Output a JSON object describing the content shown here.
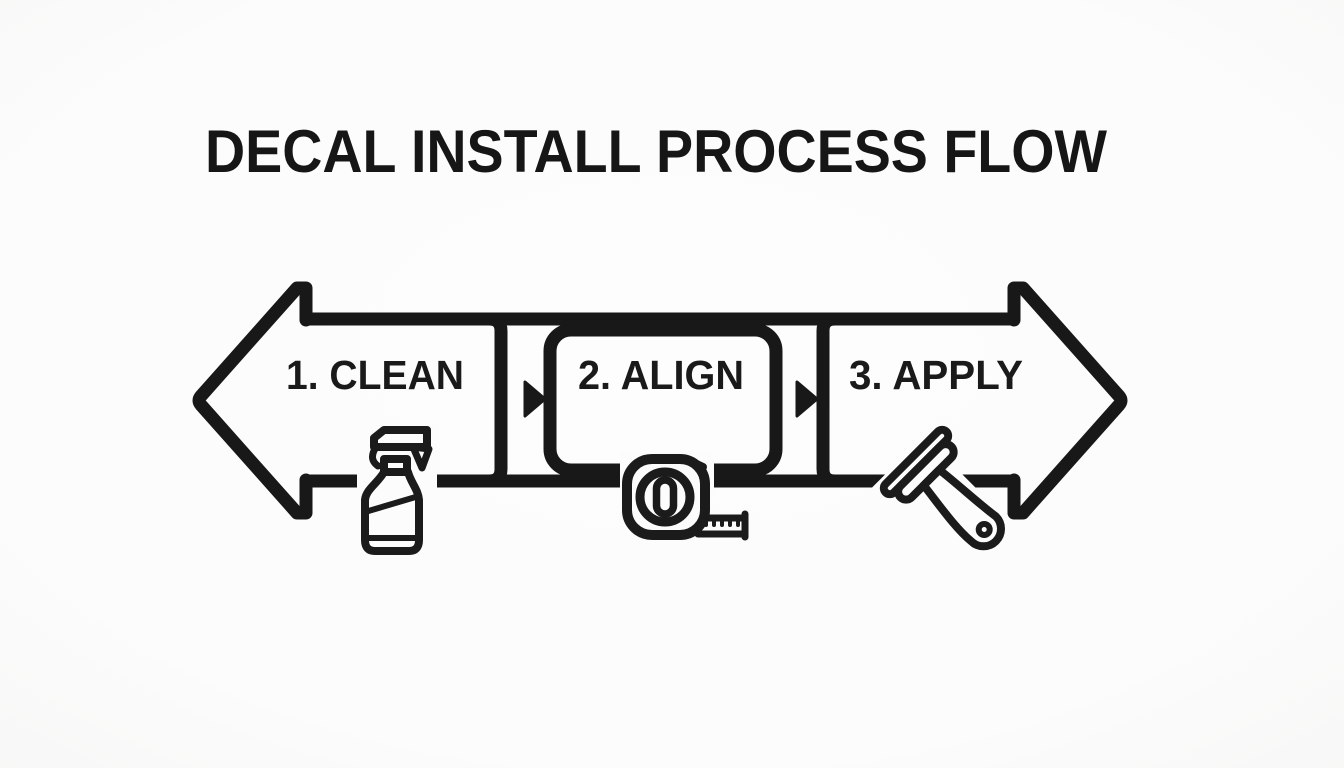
{
  "figure": {
    "title": "DECAL INSTALL PROCESS FLOW",
    "type": "process-flow-diagram",
    "steps": [
      {
        "number": "1",
        "label": "1. CLEAN",
        "icon": "spray-bottle-icon"
      },
      {
        "number": "2",
        "label": "2. ALIGN",
        "icon": "tape-measure-icon"
      },
      {
        "number": "3",
        "label": "3. APPLY",
        "icon": "squeegee-icon"
      }
    ],
    "connectors": [
      {
        "from": "1. CLEAN",
        "to": "2. ALIGN",
        "glyph": "right-triangle-arrow"
      },
      {
        "from": "2. ALIGN",
        "to": "3. APPLY",
        "glyph": "right-triangle-arrow"
      }
    ],
    "colors": {
      "ink": "#181818",
      "background": "#fcfcfc"
    }
  }
}
